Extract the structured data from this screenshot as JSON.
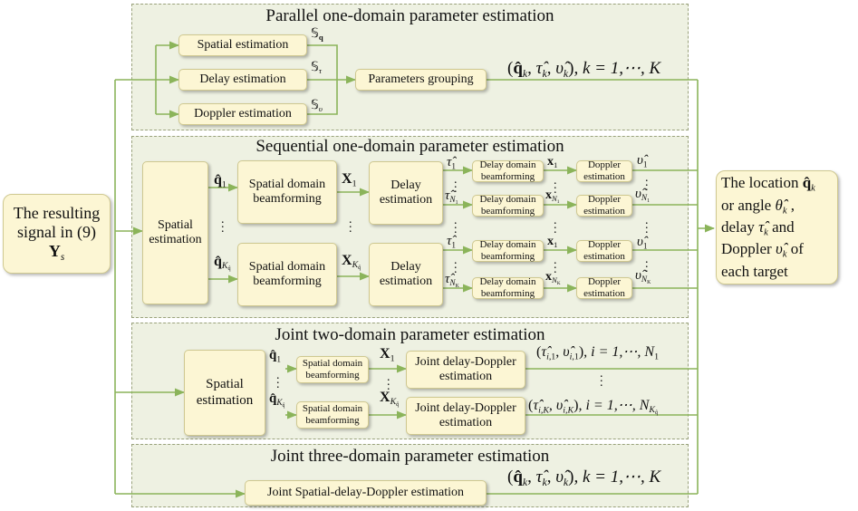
{
  "panels": {
    "parallel": "Parallel one-domain parameter estimation",
    "sequential": "Sequential one-domain parameter estimation",
    "joint2": "Joint two-domain parameter estimation",
    "joint3": "Joint three-domain parameter estimation"
  },
  "input": {
    "line1": "The resulting",
    "line2": "signal in (9)",
    "symbol": "Y",
    "symbol_sub": "s"
  },
  "output": {
    "line1": "The location",
    "line2": "or angle",
    "line3": "delay",
    "line3b": "and",
    "line4": "Doppler",
    "line4b": "of",
    "line5": "each target"
  },
  "parallel": {
    "spatial": "Spatial estimation",
    "delay": "Delay estimation",
    "doppler": "Doppler estimation",
    "grouping": "Parameters grouping",
    "set_q_sub": "q",
    "set_tau_sub": "τ",
    "set_nu_sub": "υ",
    "result_tail": ", k = 1,⋯, K"
  },
  "sequential": {
    "spatial": "Spatial estimation",
    "beamforming": "Spatial domain beamforming",
    "delay": "Delay estimation",
    "delay_beamforming": "Delay domain beamforming",
    "doppler": "Doppler estimation"
  },
  "joint2": {
    "spatial": "Spatial estimation",
    "beamforming": "Spatial domain beamforming",
    "joint": "Joint delay-Doppler estimation",
    "result1_tail": ", i = 1,⋯, N",
    "result2_tail": ", i = 1,⋯, N"
  },
  "joint3": {
    "joint": "Joint Spatial-delay-Doppler estimation",
    "result_tail": ", k = 1,⋯, K"
  },
  "colors": {
    "panel_bg": "#eef1e2",
    "box_bg": "#fcf6d4",
    "arrow": "#8bb45a"
  }
}
